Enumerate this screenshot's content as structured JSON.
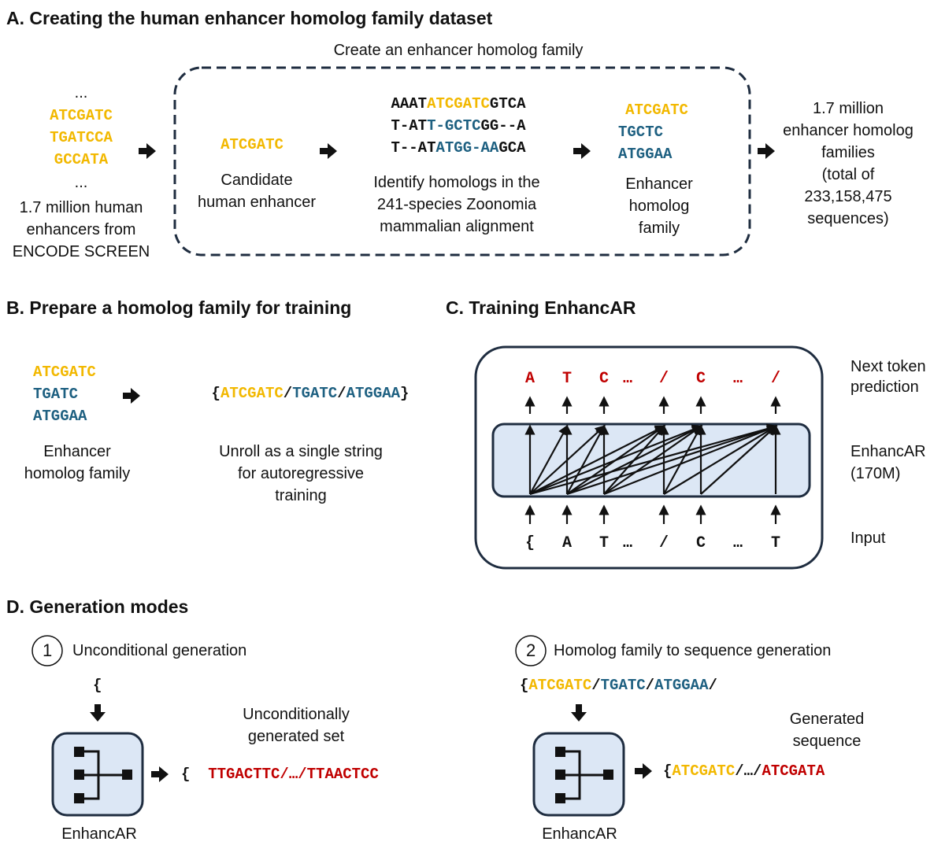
{
  "colors": {
    "human_seq": "#f2b800",
    "homolog_seq": "#1e6081",
    "generated_seq": "#c00000",
    "model_fill": "#dce7f5",
    "model_stroke": "#1f2d40",
    "dashed_box": "#1f2d40"
  },
  "panel_a": {
    "title": "A. Creating the human enhancer homolog family dataset",
    "box_title": "Create an enhancer homolog family",
    "ellipsis_top": "...",
    "ellipsis_bottom": "...",
    "input_seqs": [
      "ATCGATC",
      "TGATCCA",
      "GCCATA"
    ],
    "input_caption": [
      "1.7 million human",
      "enhancers from",
      "ENCODE SCREEN"
    ],
    "candidate_seq": "ATCGATC",
    "candidate_caption": [
      "Candidate",
      "human enhancer"
    ],
    "alignment": [
      [
        {
          "t": "AAAT",
          "c": "k"
        },
        {
          "t": "ATCGATC",
          "c": "y"
        },
        {
          "t": "GTCA",
          "c": "k"
        }
      ],
      [
        {
          "t": "T-AT",
          "c": "k"
        },
        {
          "t": "T-GCTC",
          "c": "b"
        },
        {
          "t": "GG--A",
          "c": "k"
        }
      ],
      [
        {
          "t": "T--AT",
          "c": "k"
        },
        {
          "t": "ATGG-AA",
          "c": "b"
        },
        {
          "t": "GCA",
          "c": "k"
        }
      ]
    ],
    "alignment_caption": [
      "Identify homologs in the",
      "241-species Zoonomia",
      "mammalian alignment"
    ],
    "family_seqs": [
      {
        "t": "ATCGATC",
        "c": "y"
      },
      {
        "t": "TGCTC",
        "c": "b"
      },
      {
        "t": "ATGGAA",
        "c": "b"
      }
    ],
    "family_caption": [
      "Enhancer",
      "homolog",
      "family"
    ],
    "output_caption": [
      "1.7 million",
      "enhancer homolog",
      "families",
      "(total of",
      "233,158,475",
      "sequences)"
    ]
  },
  "panel_b": {
    "title": "B. Prepare a homolog family for training",
    "family_seqs": [
      {
        "t": "ATCGATC",
        "c": "y"
      },
      {
        "t": "TGATC",
        "c": "b"
      },
      {
        "t": "ATGGAA",
        "c": "b"
      }
    ],
    "family_caption": [
      "Enhancer",
      "homolog family"
    ],
    "unrolled": [
      {
        "t": "{",
        "c": "k"
      },
      {
        "t": "ATCGATC",
        "c": "y"
      },
      {
        "t": "/",
        "c": "k"
      },
      {
        "t": "TGATC",
        "c": "b"
      },
      {
        "t": "/",
        "c": "k"
      },
      {
        "t": "ATGGAA",
        "c": "b"
      },
      {
        "t": "}",
        "c": "k"
      }
    ],
    "unroll_caption": [
      "Unroll as a single string",
      "for autoregressive",
      "training"
    ]
  },
  "panel_c": {
    "title": "C. Training EnhancAR",
    "output_tokens": [
      "A",
      "T",
      "C",
      "…",
      "/",
      "C",
      "…",
      "/"
    ],
    "input_tokens": [
      "{",
      "A",
      "T",
      "…",
      "/",
      "C",
      "…",
      "T"
    ],
    "label_output": [
      "Next token",
      "prediction"
    ],
    "label_model": [
      "EnhancAR",
      "(170M)"
    ],
    "label_input": "Input"
  },
  "panel_d": {
    "title": "D. Generation modes",
    "mode1": {
      "number": "1",
      "label": "Unconditional generation",
      "prompt": "{",
      "output_caption": [
        "Unconditionally",
        "generated set"
      ],
      "output": [
        {
          "t": "{ ",
          "c": "k"
        },
        {
          "t": " TTGACTTC/…/TTAACTCC",
          "c": "r"
        }
      ],
      "model_label": "EnhancAR"
    },
    "mode2": {
      "number": "2",
      "label": "Homolog family to sequence generation",
      "prompt": [
        {
          "t": "{",
          "c": "k"
        },
        {
          "t": "ATCGATC",
          "c": "y"
        },
        {
          "t": "/",
          "c": "k"
        },
        {
          "t": "TGATC",
          "c": "b"
        },
        {
          "t": "/",
          "c": "k"
        },
        {
          "t": "ATGGAA",
          "c": "b"
        },
        {
          "t": "/",
          "c": "k"
        }
      ],
      "output_caption": [
        "Generated",
        "sequence"
      ],
      "output": [
        {
          "t": "{",
          "c": "k"
        },
        {
          "t": "ATCGATC",
          "c": "y"
        },
        {
          "t": "/…/",
          "c": "k"
        },
        {
          "t": "ATCGATA",
          "c": "r"
        }
      ],
      "model_label": "EnhancAR"
    }
  }
}
